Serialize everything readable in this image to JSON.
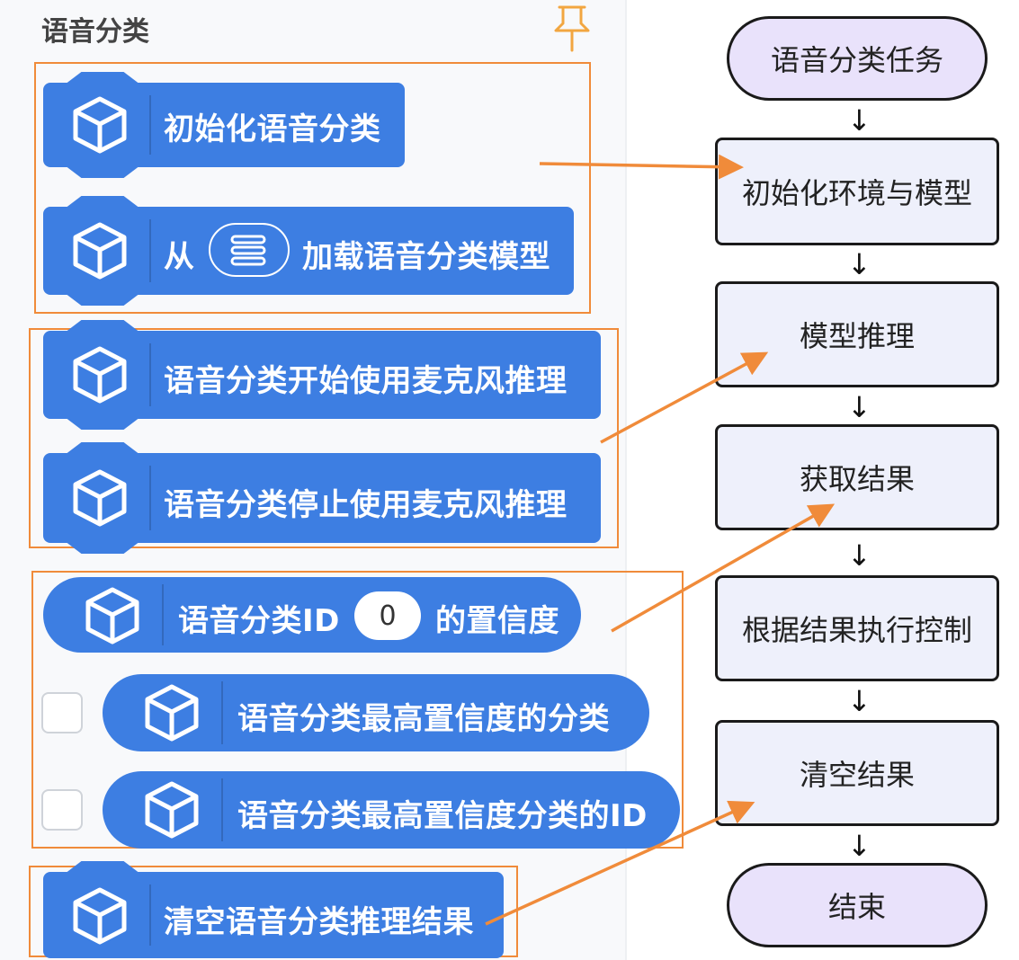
{
  "palette": {
    "title": "语音分类",
    "blocks": {
      "init": "初始化语音分类",
      "load_prefix": "从",
      "load_suffix": "加载语音分类模型",
      "start_mic": "语音分类开始使用麦克风推理",
      "stop_mic": "语音分类停止使用麦克风推理",
      "conf_prefix": "语音分类ID",
      "conf_id_value": "0",
      "conf_suffix": "的置信度",
      "top_class": "语音分类最高置信度的分类",
      "top_class_id": "语音分类最高置信度分类的ID",
      "clear": "清空语音分类推理结果"
    }
  },
  "flowchart": {
    "start": "语音分类任务",
    "steps": [
      "初始化环境与模型",
      "模型推理",
      "获取结果",
      "根据结果执行控制",
      "清空结果"
    ],
    "end": "结束"
  },
  "colors": {
    "block_blue": "#3d7ee2",
    "highlight_orange": "#f08b3a",
    "terminal_fill": "#e9e2fb",
    "process_fill": "#eef0fb"
  }
}
